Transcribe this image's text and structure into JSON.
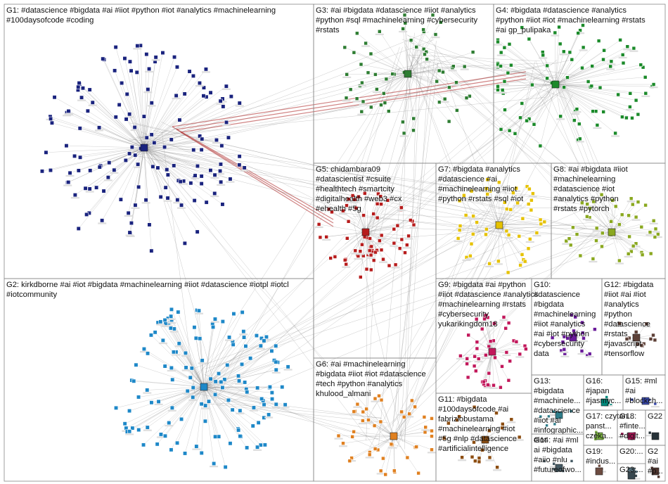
{
  "colors": {
    "background": "#ffffff",
    "panel_border": "#888888",
    "edge": "#8a8a8a",
    "edge_highlight": "#b03030",
    "text": "#111111"
  },
  "groups": [
    {
      "id": "G1",
      "lines": [
        "G1: #datascience #bigdata #ai #iiot #python #iot #analytics #machinelearning",
        "#100daysofcode #coding"
      ],
      "color": "#1a237e",
      "count": 150
    },
    {
      "id": "G2",
      "lines": [
        "G2: kirkdborne #ai #iot #bigdata #machinelearning #iiot #datascience #iotpl #iotcl",
        "#iotcommunity"
      ],
      "color": "#1e88c8",
      "count": 140
    },
    {
      "id": "G3",
      "lines": [
        "G3: #ai #bigdata #datascience #iiot #analytics",
        "#python #sql #machinelearning #cybersecurity",
        "#rstats"
      ],
      "color": "#2e7d32",
      "count": 60
    },
    {
      "id": "G4",
      "lines": [
        "G4: #bigdata #datascience #analytics",
        "#python #iiot #iot #machinelearning #rstats",
        "#ai gp_pulipaka"
      ],
      "color": "#1b8a2a",
      "count": 90
    },
    {
      "id": "G5",
      "lines": [
        "G5: chidambara09",
        "#datascientist #csuite",
        "#healthtech #smartcity",
        "#digitalhealth #web3 #cx",
        "#ehealth #5g"
      ],
      "color": "#b71c1c",
      "count": 70
    },
    {
      "id": "G6",
      "lines": [
        "G6: #ai #machinelearning",
        "#bigdata #iiot #iot #datascience",
        "#tech #python #analytics",
        "khulood_almani"
      ],
      "color": "#e08020",
      "count": 45
    },
    {
      "id": "G7",
      "lines": [
        "G7: #bigdata #analytics",
        "#datascience #ai",
        "#machinelearning #iiot",
        "#python #rstats #sql #iot"
      ],
      "color": "#e6c200",
      "count": 50
    },
    {
      "id": "G8",
      "lines": [
        "G8: #ai #bigdata #iiot",
        "#machinelearning",
        "#datascience #iot",
        "#analytics #python",
        "#rstats #pytorch"
      ],
      "color": "#8aa820",
      "count": 45
    },
    {
      "id": "G9",
      "lines": [
        "G9: #bigdata #ai #python",
        "#iiot #datascience #analytics",
        "#machinelearning #rstats",
        "#cybersecurity",
        "yukarikingdom18"
      ],
      "color": "#c2185b",
      "count": 45
    },
    {
      "id": "G10",
      "lines": [
        "G10:",
        "#datascience",
        "#bigdata",
        "#machinelearning",
        "#iiot #analytics",
        "#ai #iot #python",
        "#cybersecurity",
        "data"
      ],
      "color": "#6a1b9a",
      "count": 18
    },
    {
      "id": "G11",
      "lines": [
        "G11: #bigdata",
        "#100daysofcode #ai",
        "fabriziobustama",
        "#machinelearning #iot",
        "#5g #nlp #datascience",
        "#artificialintelligence"
      ],
      "color": "#8d4e12",
      "count": 20
    },
    {
      "id": "G12",
      "lines": [
        "G12: #bigdata",
        "#iiot #ai #iot",
        "#analytics",
        "#python",
        "#datascience",
        "#rstats",
        "#javascript",
        "#tensorflow"
      ],
      "color": "#5d4037",
      "count": 12
    },
    {
      "id": "G13",
      "lines": [
        "G13:",
        "#bigdata",
        "#machinele...",
        "#datascience",
        "#iiot #ai",
        "#infographic...",
        "#iot"
      ],
      "color": "#2e7d8a",
      "count": 6
    },
    {
      "id": "G14",
      "lines": [
        "G14: #ai #ml",
        "ai #bigdata",
        "#aiio #nlu",
        "#futureofwo..."
      ],
      "color": "#455a64",
      "count": 6
    },
    {
      "id": "G15",
      "lines": [
        "G15: #ml",
        "#ai",
        "#blockch..."
      ],
      "color": "#3949ab",
      "count": 4
    },
    {
      "id": "G16",
      "lines": [
        "G16:",
        "#japan",
        "#jasmyc..."
      ],
      "color": "#00897b",
      "count": 4
    },
    {
      "id": "G17",
      "lines": [
        "G17: czytan...",
        "panst...",
        "czeka..."
      ],
      "color": "#7cb342",
      "count": 3
    },
    {
      "id": "G18",
      "lines": [
        "G18:",
        "#finte...",
        "#digit..."
      ],
      "color": "#ad1457",
      "count": 3
    },
    {
      "id": "G19",
      "lines": [
        "G19:",
        "#indus..."
      ],
      "color": "#6d4c41",
      "count": 2
    },
    {
      "id": "G20",
      "lines": [
        "G20:..."
      ],
      "color": "#546e7a",
      "count": 2
    },
    {
      "id": "G21",
      "lines": [
        "G22"
      ],
      "color": "#263238",
      "count": 2
    },
    {
      "id": "G22",
      "lines": [
        "G23:..."
      ],
      "color": "#37474f",
      "count": 2
    },
    {
      "id": "G23",
      "lines": [
        "G2",
        "#ai",
        "#p..."
      ],
      "color": "#4e342e",
      "count": 2
    }
  ]
}
